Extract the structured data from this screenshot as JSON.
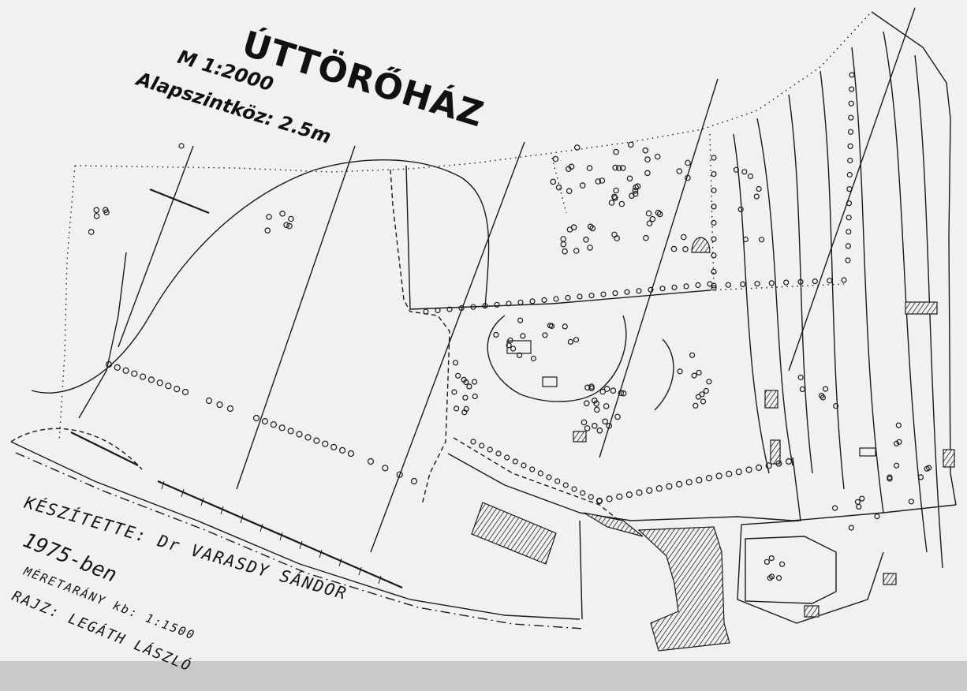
{
  "map": {
    "title": "ÚTTÖRŐHÁZ",
    "scale": "M 1:2000",
    "contour_interval": "Alapszintköz: 2.5m"
  },
  "credits": {
    "author_line": "KÉSZÍTETTE: Dr VARASDY SÁNDOR",
    "year_line": "1975-ben",
    "ratio_line": "MÉRETARÁNY kb: 1:1500",
    "drawn_by_line": "RAJZ: LEGÁTH LÁSZLÓ"
  },
  "style": {
    "paper": "#f1f1ef",
    "ink": "#1a1a1a",
    "hatch": "#333333"
  }
}
